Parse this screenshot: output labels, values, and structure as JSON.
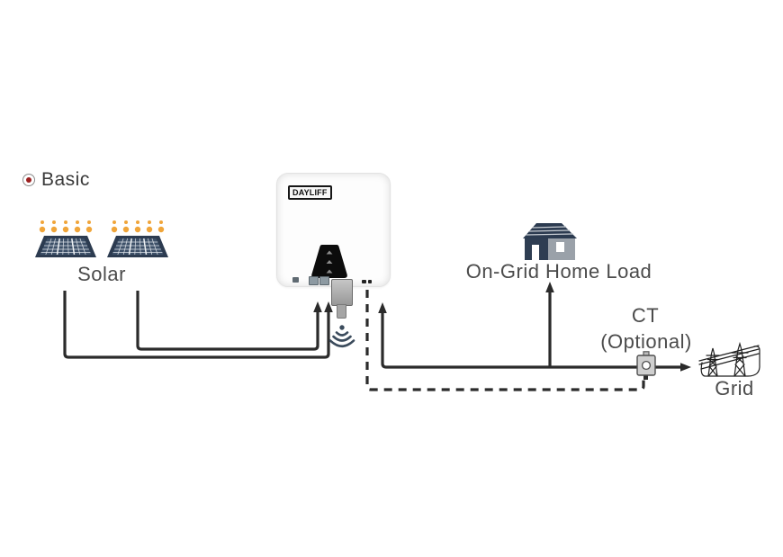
{
  "diagram": {
    "mode": {
      "label": "Basic"
    },
    "solar": {
      "label": "Solar"
    },
    "inverter": {
      "brand": "DAYLIFF"
    },
    "home": {
      "label": "On-Grid Home Load"
    },
    "ct": {
      "label": "CT",
      "sublabel": "(Optional)"
    },
    "grid": {
      "label": "Grid"
    },
    "icons": {
      "mode_bullet": "bullseye-icon",
      "solar": "solar-panel-icon",
      "inverter_display": "inverter-display-icon",
      "wifi": "wifi-signal-icon",
      "home": "house-icon",
      "ct": "ct-sensor-icon",
      "grid": "transmission-towers-icon"
    },
    "colors": {
      "wire": "#2b2b2b",
      "navy": "#2e3d52",
      "panel_cells": "#3d5068",
      "sun_orange": "#f0a53a",
      "label_text": "#4b4b4b",
      "bullet_red": "#9c2020",
      "house_side_gray": "#9aa1a9",
      "ct_body_gray": "#cfcfcf"
    }
  }
}
